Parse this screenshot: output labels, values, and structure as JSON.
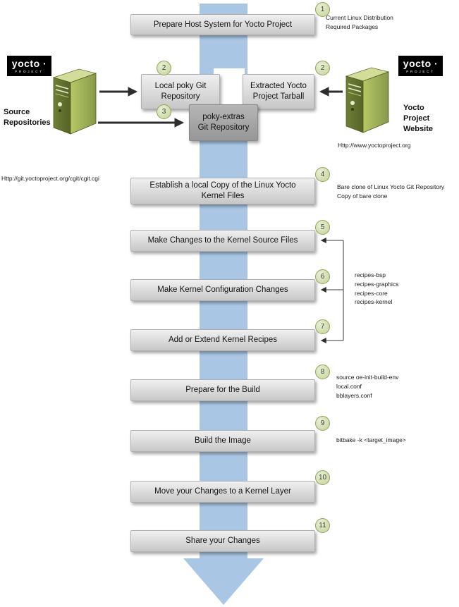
{
  "steps": [
    {
      "num": "1",
      "label": "Prepare Host System for Yocto Project"
    },
    {
      "num": "4",
      "label": "Establish a local Copy of the Linux Yocto Kernel Files"
    },
    {
      "num": "5",
      "label": "Make Changes to the Kernel Source Files"
    },
    {
      "num": "6",
      "label": "Make Kernel Configuration Changes"
    },
    {
      "num": "7",
      "label": "Add or Extend Kernel Recipes"
    },
    {
      "num": "8",
      "label": "Prepare for the Build"
    },
    {
      "num": "9",
      "label": "Build the Image"
    },
    {
      "num": "10",
      "label": "Move your Changes to a Kernel Layer"
    },
    {
      "num": "11",
      "label": "Share your Changes"
    }
  ],
  "branch": {
    "left": {
      "num": "2",
      "label": "Local poky Git Repository"
    },
    "right": {
      "num": "2",
      "label": "Extracted Yocto Project Tarball"
    },
    "extras": {
      "num": "3",
      "label": "poky-extras Git Repository"
    }
  },
  "annotations": {
    "step1": "Current Linux Distribution\nRequired Packages",
    "step4": "Bare clone of Linux Yocto Git Repository\nCopy of bare clone",
    "recipes": "recipes-bsp\nrecipes-graphics\nrecipes-core\nrecipes-kernel",
    "step8": "source oe-init-build-env\nlocal.conf\nbblayers.conf",
    "step9": "bitbake -k <target_image>"
  },
  "left_source": {
    "logo": "yocto ·",
    "logo_sub": "PROJECT",
    "label": "Source\nRepositories",
    "url": "Http://git.yoctoproject.org/cgit/cgit.cgi"
  },
  "right_source": {
    "logo": "yocto ·",
    "logo_sub": "PROJECT",
    "label": "Yocto\nProject\nWebsite",
    "url": "Http://www.yoctoproject.org"
  },
  "colors": {
    "flow_arrow": "#a9c7e5",
    "step_box": "#d9d9d9",
    "extras_box": "#a3a3a3",
    "number_circle": "#cdd9a5",
    "server_green": "#8a9a44"
  }
}
